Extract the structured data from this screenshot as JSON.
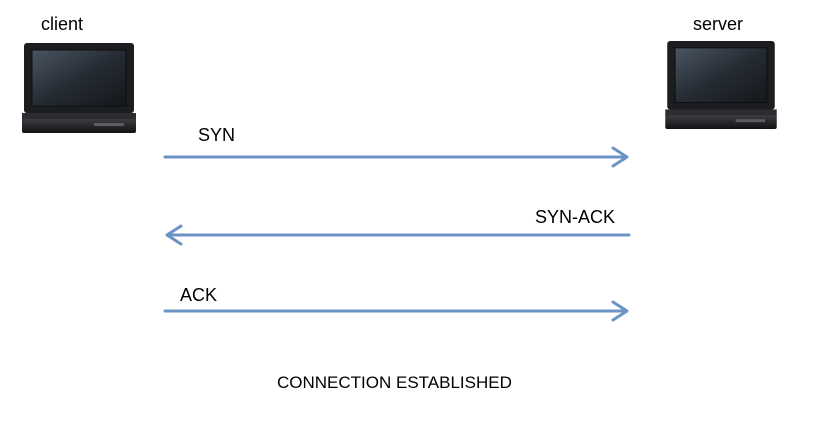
{
  "nodes": {
    "client": {
      "label": "client",
      "icon": "laptop-icon"
    },
    "server": {
      "label": "server",
      "icon": "laptop-icon"
    }
  },
  "messages": [
    {
      "label": "SYN",
      "direction": "client-to-server"
    },
    {
      "label": "SYN-ACK",
      "direction": "server-to-client"
    },
    {
      "label": "ACK",
      "direction": "client-to-server"
    }
  ],
  "status": "CONNECTION ESTABLISHED",
  "colors": {
    "arrow": "#6b93c4",
    "laptop_body": "#1c1d20",
    "laptop_screen": "#2a3038",
    "laptop_base": "#262729"
  }
}
